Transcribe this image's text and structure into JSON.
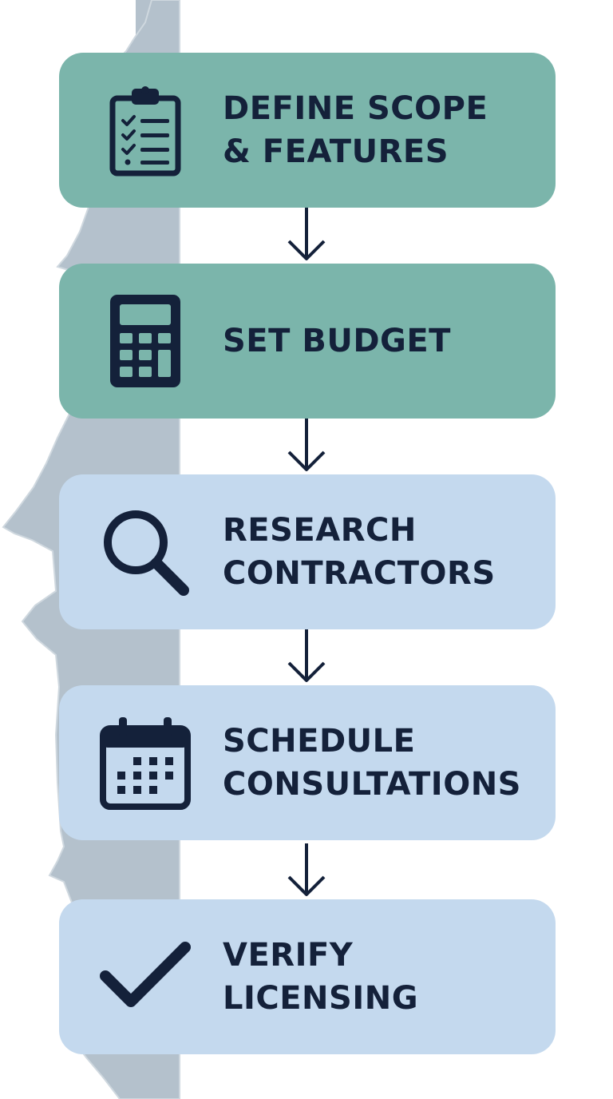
{
  "colors": {
    "completed_step": "#7bb5ab",
    "pending_step": "#c4d9ee",
    "ink": "#14213a",
    "mountain_shade": "#b4c1cc"
  },
  "steps": [
    {
      "line1": "DEFINE SCOPE",
      "line2": "& FEATURES",
      "icon": "clipboard-checklist-icon",
      "status": "completed"
    },
    {
      "line1": "SET BUDGET",
      "line2": "",
      "icon": "calculator-icon",
      "status": "completed"
    },
    {
      "line1": "RESEARCH",
      "line2": "CONTRACTORS",
      "icon": "magnifier-icon",
      "status": "pending"
    },
    {
      "line1": "SCHEDULE",
      "line2": "CONSULTATIONS",
      "icon": "calendar-icon",
      "status": "pending"
    },
    {
      "line1": "VERIFY",
      "line2": "LICENSING",
      "icon": "checkmark-icon",
      "status": "pending"
    }
  ]
}
